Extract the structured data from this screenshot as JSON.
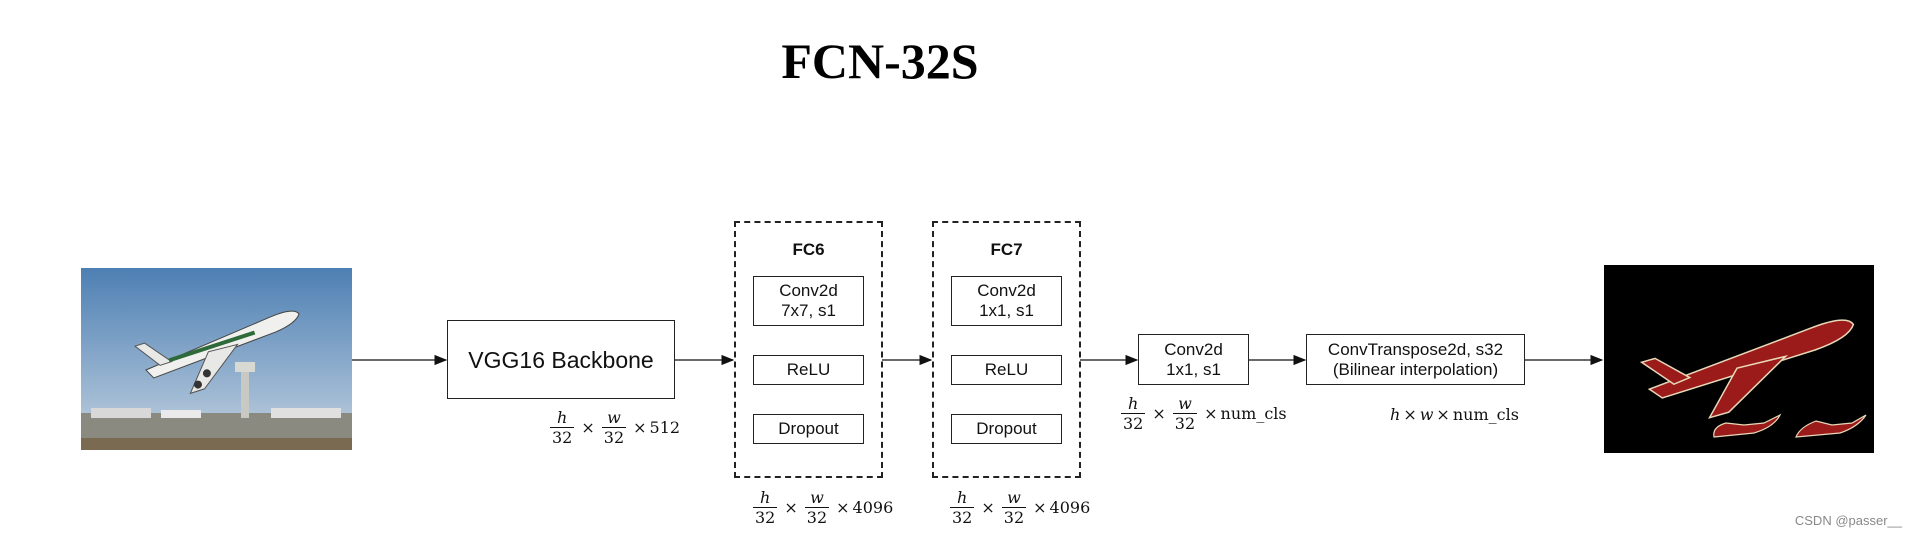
{
  "title": "FCN-32S",
  "backbone_label": "VGG16 Backbone",
  "fc6": {
    "title": "FC6",
    "conv_line1": "Conv2d",
    "conv_line2": "7x7, s1",
    "relu": "ReLU",
    "dropout": "Dropout"
  },
  "fc7": {
    "title": "FC7",
    "conv_line1": "Conv2d",
    "conv_line2": "1x1, s1",
    "relu": "ReLU",
    "dropout": "Dropout"
  },
  "conv_final": {
    "line1": "Conv2d",
    "line2": "1x1, s1"
  },
  "upsample": {
    "line1": "ConvTranspose2d, s32",
    "line2": "(Bilinear interpolation)"
  },
  "dims": {
    "backbone": {
      "num1": "h",
      "den1": "32",
      "num2": "w",
      "den2": "32",
      "times": "×",
      "tail": "512"
    },
    "fc6": {
      "num1": "h",
      "den1": "32",
      "num2": "w",
      "den2": "32",
      "times": "×",
      "tail": "4096"
    },
    "fc7": {
      "num1": "h",
      "den1": "32",
      "num2": "w",
      "den2": "32",
      "times": "×",
      "tail": "4096"
    },
    "conv_final": {
      "num1": "h",
      "den1": "32",
      "num2": "w",
      "den2": "32",
      "times": "×",
      "tail": "num_cls"
    },
    "output": {
      "h": "h",
      "w": "w",
      "times": "×",
      "tail": "num_cls"
    }
  },
  "colors": {
    "mask": "#9b1b1b",
    "mask_outline": "#e8d8b8",
    "background_mask": "#000000"
  },
  "watermark": "CSDN @passer__"
}
